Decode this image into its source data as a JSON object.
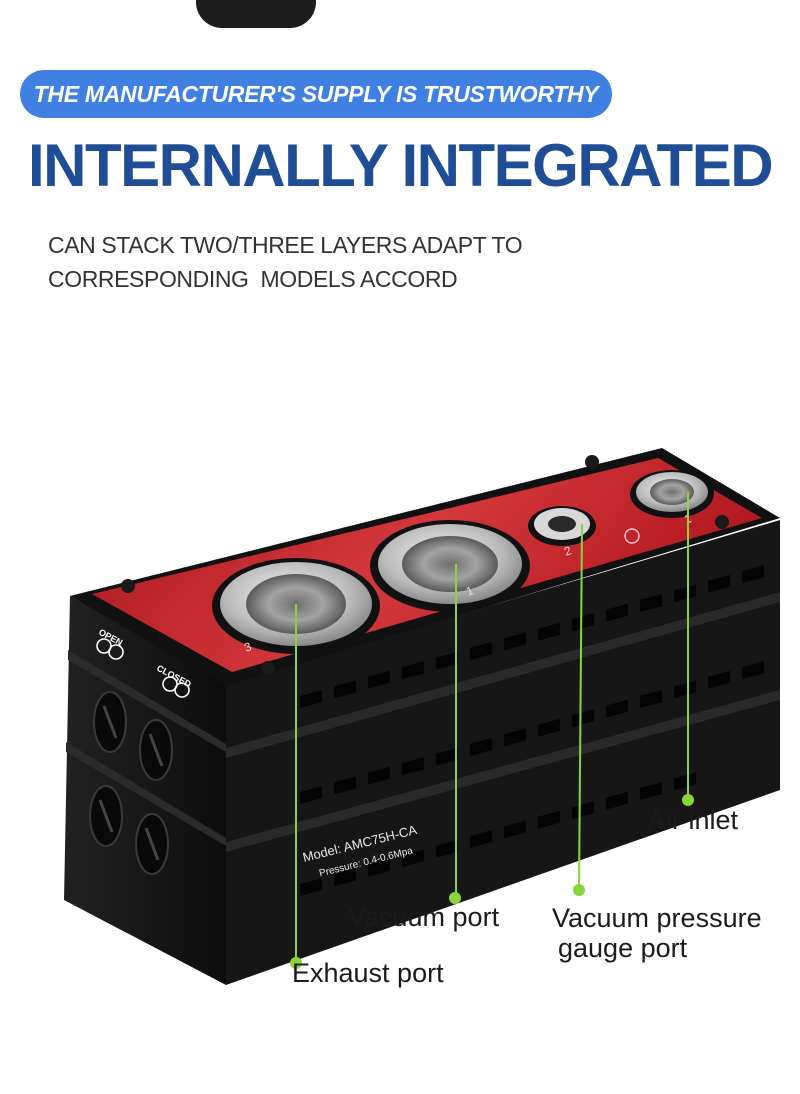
{
  "banner": {
    "text": "THE MANUFACTURER'S SUPPLY IS TRUSTWORTHY"
  },
  "headline": "INTERNALLY INTEGRATED",
  "subtitle": {
    "line1": "CAN STACK TWO/THREE LAYERS ADAPT TO",
    "line2": "CORRESPONDING  MODELS ACCORD"
  },
  "product": {
    "side_labels": {
      "open": "OPEN",
      "closed": "CLOSED"
    },
    "port_numbers": [
      "3",
      "1",
      "2",
      "1"
    ],
    "model_text": "Model: AMC75H-CA",
    "pressure_text": "Pressure: 0.4-0.6Mpa"
  },
  "callouts": {
    "air_inlet": "Air inlet",
    "vacuum_port": "Vacuum port",
    "vacuum_gauge_line1": "Vacuum pressure",
    "vacuum_gauge_line2": "gauge port",
    "exhaust_port": "Exhaust port"
  },
  "colors": {
    "banner_bg": "#3f80e2",
    "headline": "#1f4e97",
    "plate_red": "#c0262d",
    "body_black": "#151515",
    "leader_green": "#8ad43a"
  }
}
